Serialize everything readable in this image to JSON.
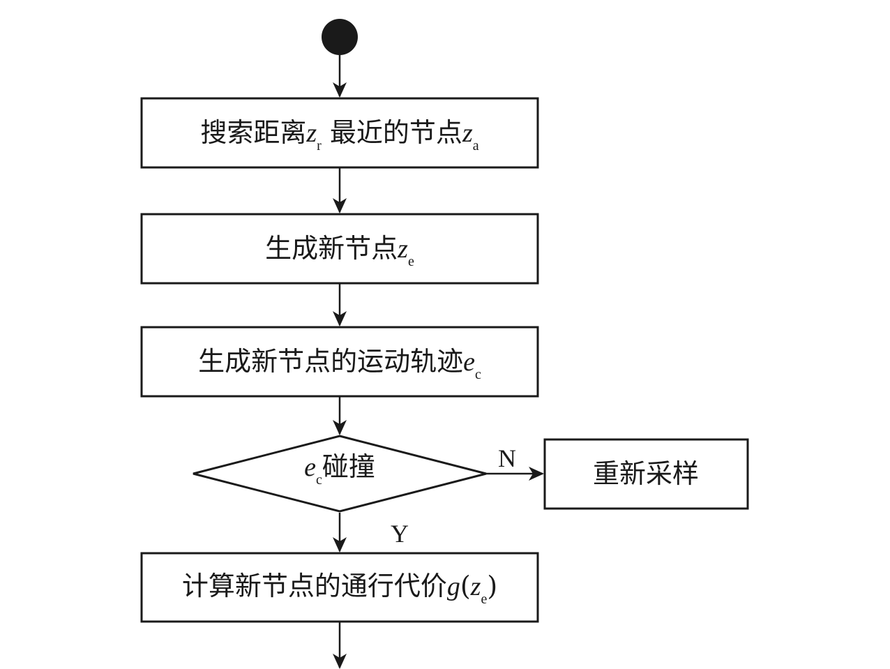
{
  "diagram": {
    "nodes": {
      "n1": {
        "text": "搜索距离",
        "var1": "z",
        "sub1": "r",
        "text2": " 最近的节点",
        "var2": "z",
        "sub2": "a"
      },
      "n2": {
        "text": "生成新节点",
        "var": "z",
        "sub": "e"
      },
      "n3": {
        "text": "生成新节点的运动轨迹",
        "var": "e",
        "sub": "c"
      },
      "n4": {
        "var": "e",
        "sub": "c",
        "text": "碰撞"
      },
      "n5": {
        "text": "重新采样"
      },
      "n6": {
        "text": "计算新节点的通行代价",
        "func": "g",
        "open": "(",
        "var": "z",
        "sub": "e",
        "close": ")"
      }
    },
    "edge_labels": {
      "no": "N",
      "yes": "Y"
    }
  }
}
